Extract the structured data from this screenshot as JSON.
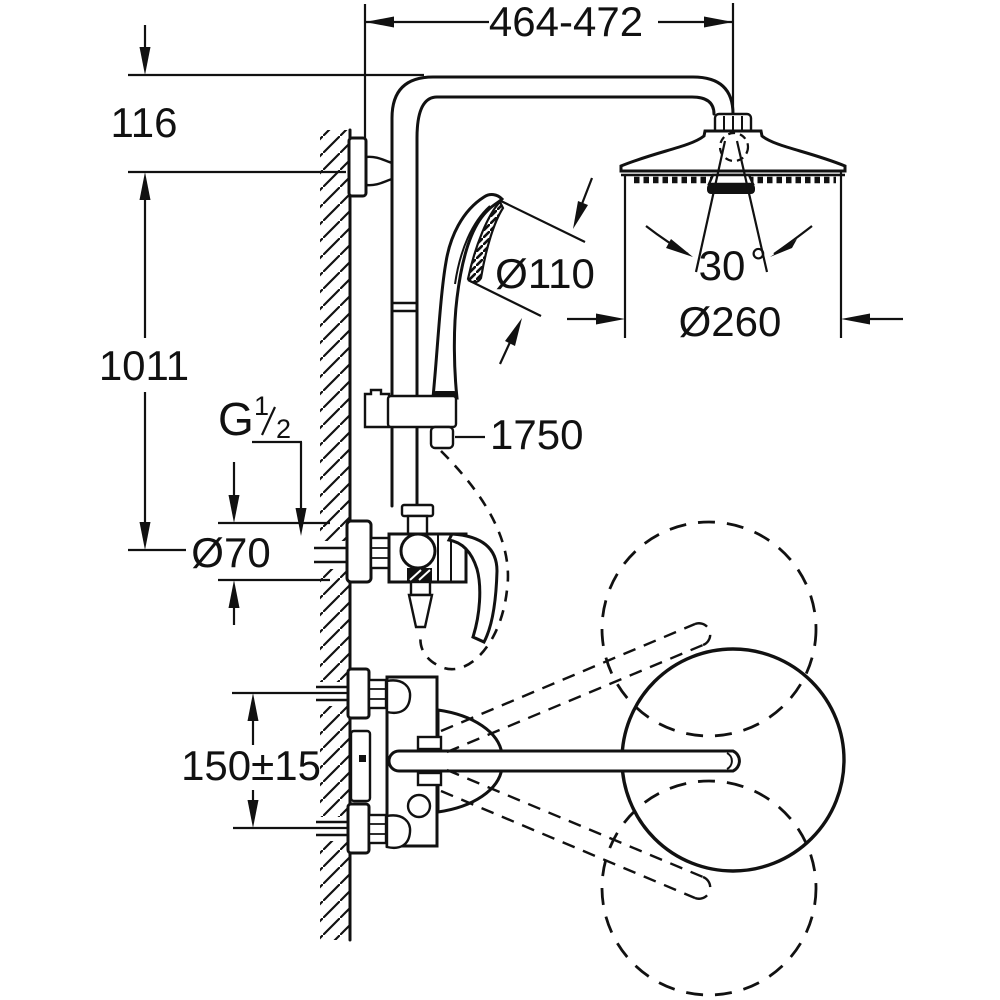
{
  "dimensions": {
    "top_width": "464-472",
    "head_offset": "116",
    "rail_height": "1011",
    "escutcheon_diameter": "Ø70",
    "hand_shower_diameter": "Ø110",
    "hose_length": "1750",
    "spray_angle": "30",
    "degree_symbol": "°",
    "head_diameter": "Ø260",
    "connection_spacing": "150±15",
    "thread": {
      "prefix": "G",
      "numerator": "1",
      "slash": "/",
      "denominator": "2"
    }
  },
  "colors": {
    "ink": "#111111",
    "background": "#ffffff"
  }
}
